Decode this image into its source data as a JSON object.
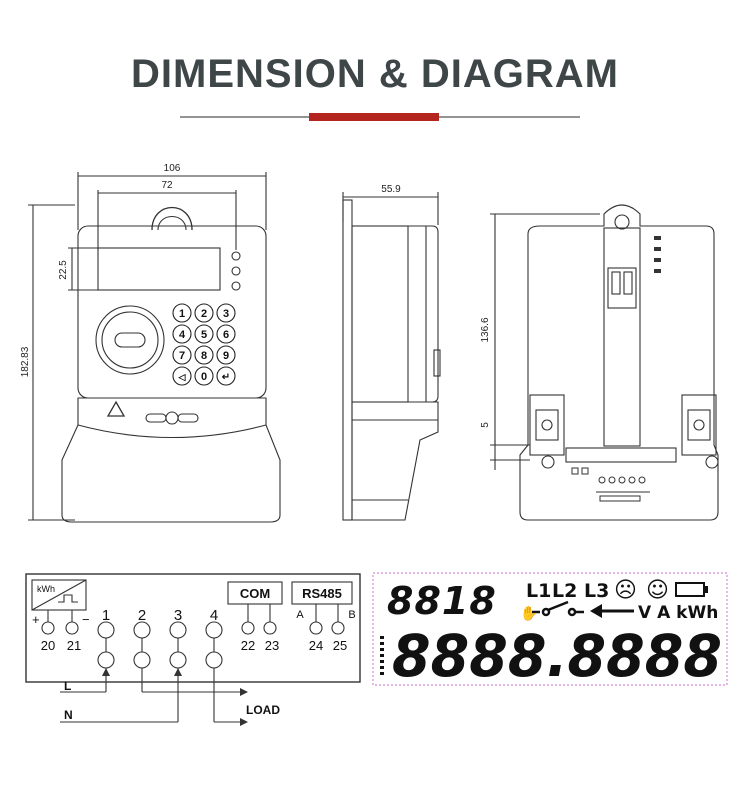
{
  "title": "DIMENSION & DIAGRAM",
  "colors": {
    "title": "#3f4648",
    "accent": "#b5251f",
    "line": "#333333",
    "lcd_border": "#d58ad5"
  },
  "front_view": {
    "width": "106",
    "display_width": "72",
    "display_height": "22.5",
    "height": "182.83",
    "keypad": [
      "1",
      "2",
      "3",
      "4",
      "5",
      "6",
      "7",
      "8",
      "9",
      "◁",
      "0",
      "↵"
    ]
  },
  "side_view": {
    "depth": "55.9"
  },
  "back_view": {
    "rail_height": "136.6",
    "offset": "5"
  },
  "wiring": {
    "kwh_label": "kWh",
    "pulse_plus": "+",
    "pulse_minus": "−",
    "pulse_terminals": [
      "20",
      "21"
    ],
    "main_terminals": [
      "1",
      "2",
      "3",
      "4"
    ],
    "com_label": "COM",
    "com_terminals": [
      "22",
      "23"
    ],
    "rs485_label": "RS485",
    "rs485_a": "A",
    "rs485_b": "B",
    "rs485_terminals": [
      "24",
      "25"
    ],
    "line_label": "L",
    "neutral_label": "N",
    "load_label": "LOAD"
  },
  "lcd": {
    "small_digits": "8818",
    "phases": [
      "L1",
      "L2",
      "L3"
    ],
    "sad_icon": "☹",
    "happy_icon": "☺",
    "battery_icon": "battery-icon",
    "hand_icon": "✋",
    "units": "V A kWh",
    "big_digits": "8888.8888"
  }
}
